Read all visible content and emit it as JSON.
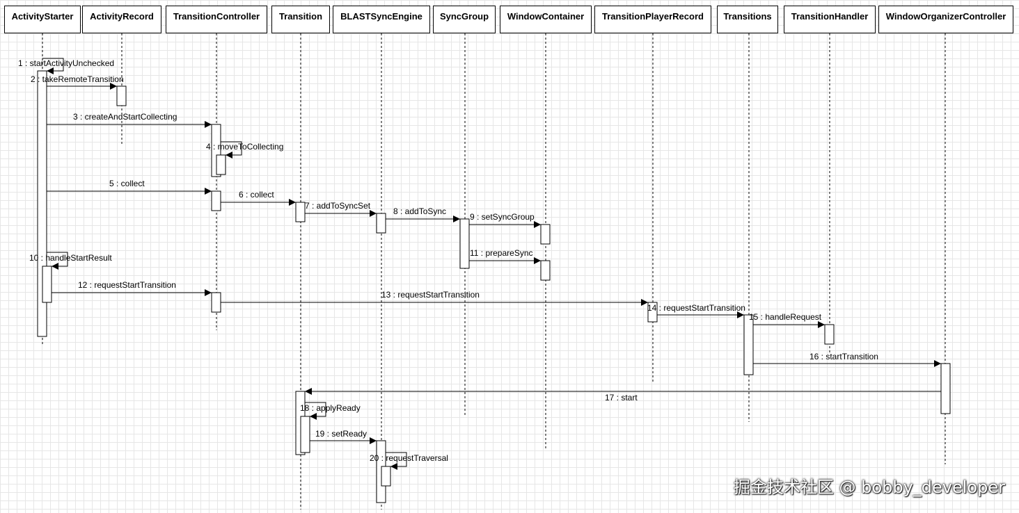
{
  "participants": [
    {
      "id": "activity-starter",
      "label": "ActivityStarter"
    },
    {
      "id": "activity-record",
      "label": "ActivityRecord"
    },
    {
      "id": "transition-controller",
      "label": "TransitionController"
    },
    {
      "id": "transition",
      "label": "Transition"
    },
    {
      "id": "blast-sync-engine",
      "label": "BLASTSyncEngine"
    },
    {
      "id": "sync-group",
      "label": "SyncGroup"
    },
    {
      "id": "window-container",
      "label": "WindowContainer"
    },
    {
      "id": "transition-player-record",
      "label": "TransitionPlayerRecord"
    },
    {
      "id": "transitions",
      "label": "Transitions"
    },
    {
      "id": "transition-handler",
      "label": "TransitionHandler"
    },
    {
      "id": "window-organizer-controller",
      "label": "WindowOrganizerController"
    }
  ],
  "messages": [
    {
      "label": "1 : startActivityUnchecked",
      "from": "activity-starter",
      "to": "activity-starter",
      "self": true
    },
    {
      "label": "2 : takeRemoteTransition",
      "from": "activity-starter",
      "to": "activity-record"
    },
    {
      "label": "3 : createAndStartCollecting",
      "from": "activity-starter",
      "to": "transition-controller"
    },
    {
      "label": "4 : moveToCollecting",
      "from": "transition-controller",
      "to": "transition-controller",
      "self": true
    },
    {
      "label": "5 : collect",
      "from": "activity-starter",
      "to": "transition-controller"
    },
    {
      "label": "6 : collect",
      "from": "transition-controller",
      "to": "transition"
    },
    {
      "label": "7 : addToSyncSet",
      "from": "transition",
      "to": "blast-sync-engine"
    },
    {
      "label": "8 : addToSync",
      "from": "blast-sync-engine",
      "to": "sync-group"
    },
    {
      "label": "9 : setSyncGroup",
      "from": "sync-group",
      "to": "window-container"
    },
    {
      "label": "10 : handleStartResult",
      "from": "activity-starter",
      "to": "activity-starter",
      "self": true
    },
    {
      "label": "11 : prepareSync",
      "from": "sync-group",
      "to": "window-container"
    },
    {
      "label": "12 : requestStartTransition",
      "from": "activity-starter",
      "to": "transition-controller"
    },
    {
      "label": "13 : requestStartTransition",
      "from": "transition-controller",
      "to": "transition-player-record"
    },
    {
      "label": "14 : requestStartTransition",
      "from": "transition-player-record",
      "to": "transitions"
    },
    {
      "label": "15 : handleRequest",
      "from": "transitions",
      "to": "transition-handler"
    },
    {
      "label": "16 : startTransition",
      "from": "transitions",
      "to": "window-organizer-controller"
    },
    {
      "label": "17 : start",
      "from": "window-organizer-controller",
      "to": "transition"
    },
    {
      "label": "18 : applyReady",
      "from": "transition",
      "to": "transition",
      "self": true
    },
    {
      "label": "19 : setReady",
      "from": "transition",
      "to": "blast-sync-engine"
    },
    {
      "label": "20 : requestTraversal",
      "from": "blast-sync-engine",
      "to": "blast-sync-engine",
      "self": true
    }
  ],
  "watermark": "掘金技术社区 @ bobby_developer",
  "colors": {
    "line": "#000000",
    "grid": "#e6e6e6",
    "background": "#ffffff"
  }
}
